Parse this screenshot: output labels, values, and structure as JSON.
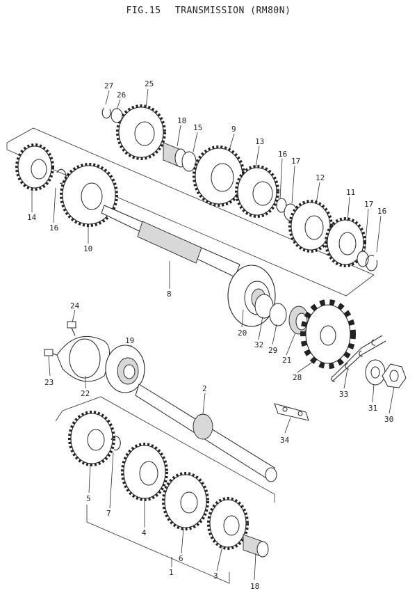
{
  "figure": {
    "fig_no": "FIG.15",
    "title": "TRANSMISSION (RM80N)"
  },
  "parts": [
    {
      "no": "1"
    },
    {
      "no": "2"
    },
    {
      "no": "3"
    },
    {
      "no": "4"
    },
    {
      "no": "5"
    },
    {
      "no": "6"
    },
    {
      "no": "7"
    },
    {
      "no": "8"
    },
    {
      "no": "9"
    },
    {
      "no": "10"
    },
    {
      "no": "11"
    },
    {
      "no": "12"
    },
    {
      "no": "13"
    },
    {
      "no": "14"
    },
    {
      "no": "15"
    },
    {
      "no": "16"
    },
    {
      "no": "17"
    },
    {
      "no": "18"
    },
    {
      "no": "19"
    },
    {
      "no": "20"
    },
    {
      "no": "21"
    },
    {
      "no": "22"
    },
    {
      "no": "23"
    },
    {
      "no": "24"
    },
    {
      "no": "25"
    },
    {
      "no": "26"
    },
    {
      "no": "27"
    },
    {
      "no": "28"
    },
    {
      "no": "29"
    },
    {
      "no": "30"
    },
    {
      "no": "31"
    },
    {
      "no": "32"
    },
    {
      "no": "33"
    },
    {
      "no": "34"
    }
  ],
  "extra_labels": {
    "l16a": "16",
    "l16b": "16",
    "l16c": "16",
    "l17a": "17",
    "l17b": "17",
    "l18a": "18",
    "l18b": "18"
  }
}
